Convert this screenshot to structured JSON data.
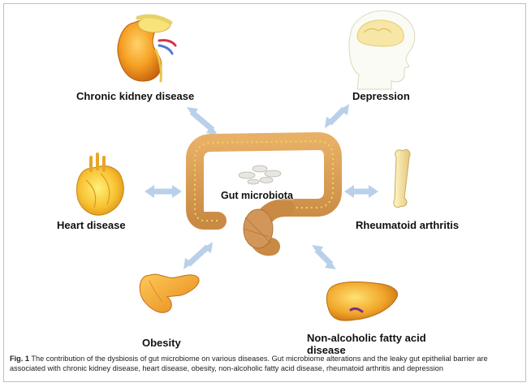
{
  "center": {
    "label": "Gut microbiota"
  },
  "diseases": {
    "ckd": "Chronic kidney disease",
    "depression": "Depression",
    "heart": "Heart disease",
    "ra": "Rheumatoid arthritis",
    "obesity": "Obesity",
    "nafld": "Non-alcoholic fatty acid disease"
  },
  "caption": {
    "fig_label": "Fig. 1",
    "text": "The contribution of the dysbiosis of gut microbiome on various diseases. Gut microbiome alterations and the leaky gut epithelial barrier are associated with chronic kidney disease, heart disease, obesity, non-alcoholic fatty acid disease, rheumatoid arthritis and depression"
  },
  "colors": {
    "arrow": "#b9d0ea",
    "arrow_edge": "#8fb0d8",
    "organ_orange": "#f0a030",
    "organ_yellow": "#f6c84a",
    "intestine": "#dba55a",
    "bacteria": "#e8e6e1"
  }
}
